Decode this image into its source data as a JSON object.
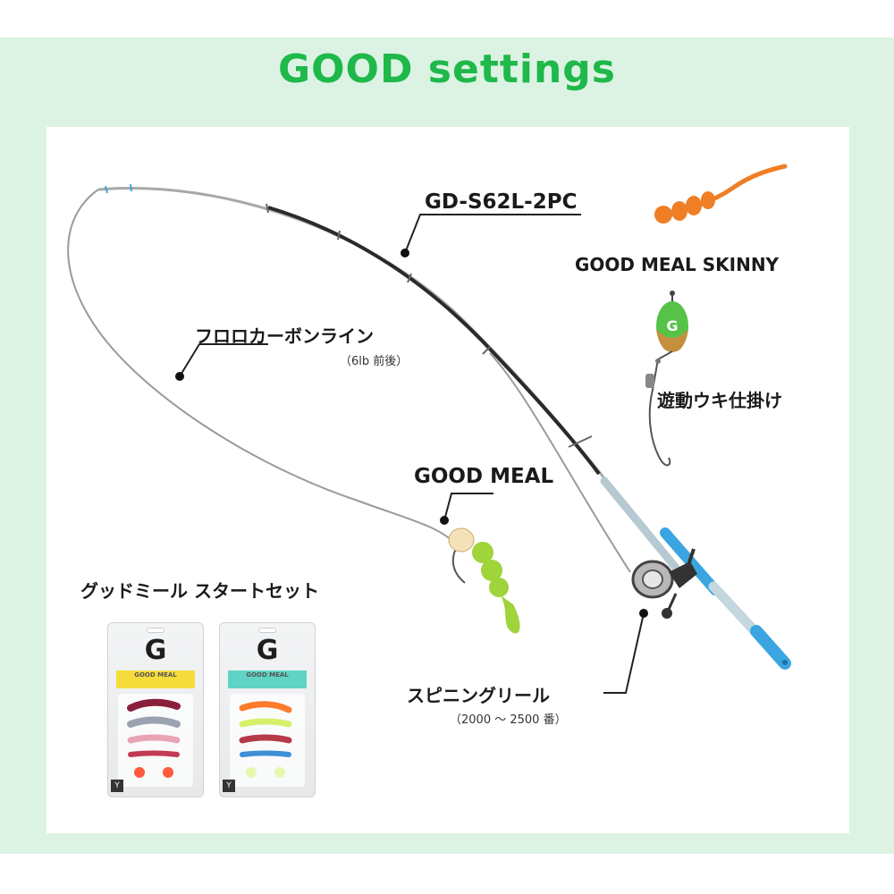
{
  "header": {
    "title": "GOOD settings"
  },
  "labels": {
    "rod": "GD-S62L-2PC",
    "worm_top": "GOOD MEAL SKINNY",
    "line": "フロロカーボンライン",
    "line_spec": "（6lb 前後）",
    "float_rig": "遊動ウキ仕掛け",
    "worm_bottom": "GOOD MEAL",
    "start_set": "グッドミール スタートセット",
    "reel": "スピニングリール",
    "reel_spec": "（2000 ～ 2500 番）"
  },
  "packs": [
    {
      "logo": "G",
      "band": "GOOD MEAL",
      "accent": "#f6dc3a"
    },
    {
      "logo": "G",
      "band": "GOOD MEAL",
      "accent": "#5fd3c4"
    }
  ],
  "icons": {
    "float": "float-icon",
    "worm": "worm-icon",
    "reel": "spinning-reel-icon",
    "rod": "fishing-rod-icon"
  },
  "colors": {
    "title_green": "#1fb84a",
    "frame": "#dcf3e4",
    "rod_blue": "#3aa5e0",
    "worm_orange": "#ef7e25",
    "worm_green": "#9fd43a"
  }
}
